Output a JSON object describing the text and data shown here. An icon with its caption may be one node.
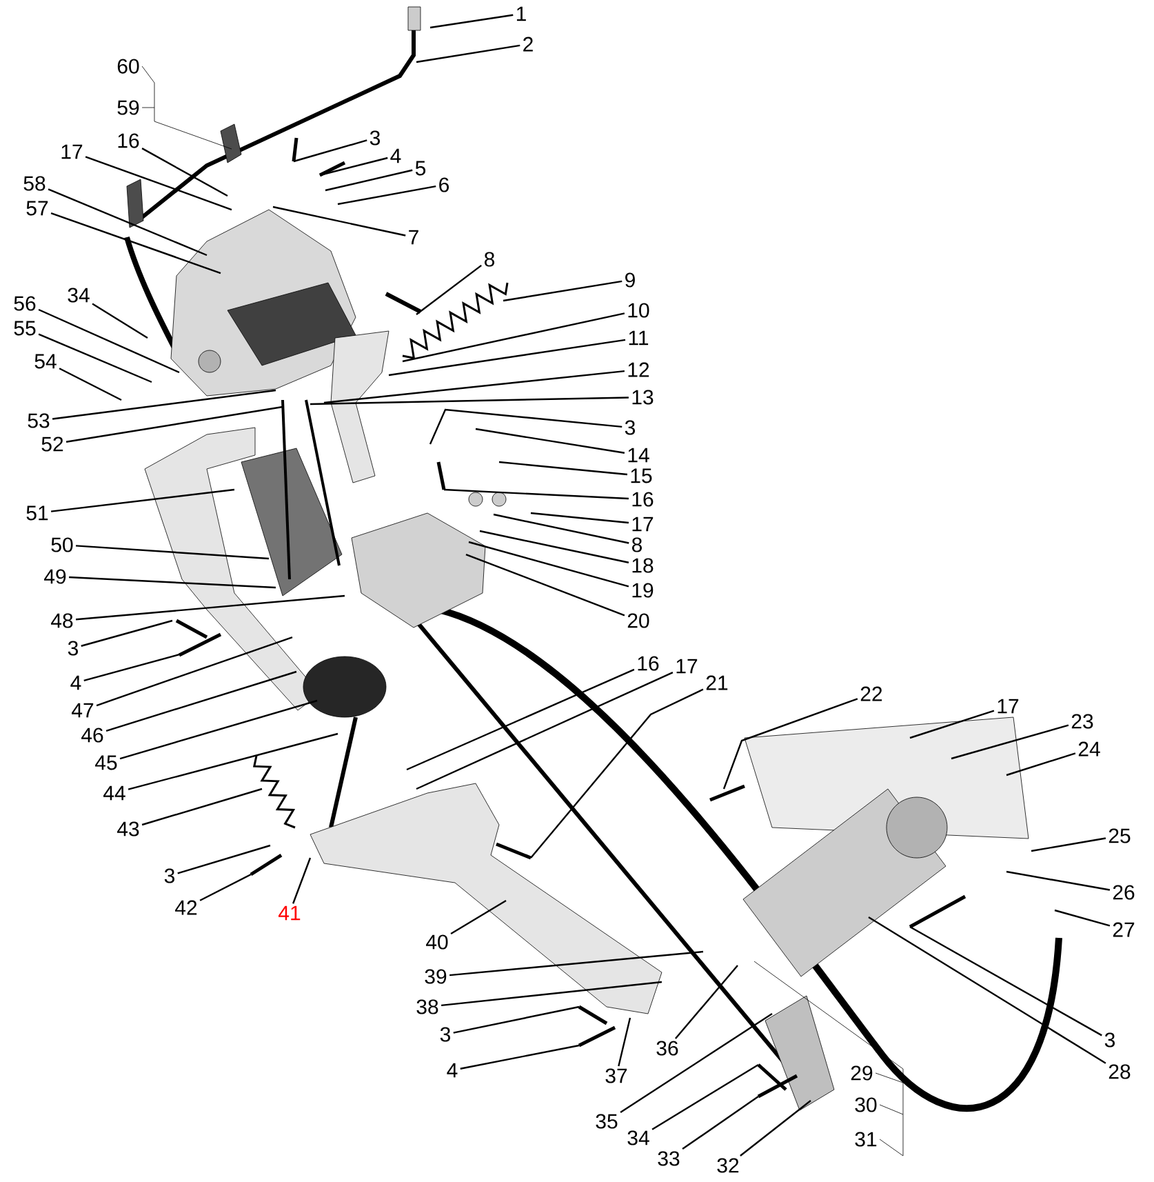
{
  "diagram": {
    "nodes": [
      {
        "text": [
          "1"
        ]
      },
      {
        "text": [
          "2"
        ]
      },
      {
        "text": [
          "60"
        ]
      },
      {
        "text": [
          "59"
        ]
      },
      {
        "text": [
          "3"
        ]
      },
      {
        "text": [
          "4"
        ]
      },
      {
        "text": [
          "5"
        ]
      },
      {
        "text": [
          "16"
        ]
      },
      {
        "text": [
          "17"
        ]
      },
      {
        "text": [
          "6"
        ]
      },
      {
        "text": [
          "58"
        ]
      },
      {
        "text": [
          "57"
        ]
      },
      {
        "text": [
          "7"
        ]
      },
      {
        "text": [
          "8"
        ]
      },
      {
        "text": [
          "9"
        ]
      },
      {
        "text": [
          "34"
        ]
      },
      {
        "text": [
          "56"
        ]
      },
      {
        "text": [
          "10"
        ]
      },
      {
        "text": [
          "55"
        ]
      },
      {
        "text": [
          "11"
        ]
      },
      {
        "text": [
          "54"
        ]
      },
      {
        "text": [
          "12"
        ]
      },
      {
        "text": [
          "13"
        ]
      },
      {
        "text": [
          "53"
        ]
      },
      {
        "text": [
          "3"
        ]
      },
      {
        "text": [
          "52"
        ]
      },
      {
        "text": [
          "14"
        ]
      },
      {
        "text": [
          "15"
        ]
      },
      {
        "text": [
          "16"
        ]
      },
      {
        "text": [
          "51"
        ]
      },
      {
        "text": [
          "17"
        ]
      },
      {
        "text": [
          "8"
        ]
      },
      {
        "text": [
          "50"
        ]
      },
      {
        "text": [
          "18"
        ]
      },
      {
        "text": [
          "49"
        ]
      },
      {
        "text": [
          "19"
        ]
      },
      {
        "text": [
          "48"
        ]
      },
      {
        "text": [
          "20"
        ]
      },
      {
        "text": [
          "3"
        ]
      },
      {
        "text": [
          "16"
        ]
      },
      {
        "text": [
          "17"
        ]
      },
      {
        "text": [
          "21"
        ]
      },
      {
        "text": [
          "4"
        ]
      },
      {
        "text": [
          "22"
        ]
      },
      {
        "text": [
          "17"
        ]
      },
      {
        "text": [
          "47"
        ]
      },
      {
        "text": [
          "23"
        ]
      },
      {
        "text": [
          "46"
        ]
      },
      {
        "text": [
          "24"
        ]
      },
      {
        "text": [
          "45"
        ]
      },
      {
        "text": [
          "44"
        ]
      },
      {
        "text": [
          "43"
        ]
      },
      {
        "text": [
          "25"
        ]
      },
      {
        "text": [
          "3"
        ]
      },
      {
        "text": [
          "26"
        ]
      },
      {
        "text": [
          "42"
        ]
      },
      {
        "text": [
          "41"
        ]
      },
      {
        "text": [
          "27"
        ]
      },
      {
        "text": [
          "40"
        ]
      },
      {
        "text": [
          "39"
        ]
      },
      {
        "text": [
          "38"
        ]
      },
      {
        "text": [
          "3"
        ]
      },
      {
        "text": [
          "3"
        ]
      },
      {
        "text": [
          "4"
        ]
      },
      {
        "text": [
          "28"
        ]
      },
      {
        "text": [
          "29"
        ]
      },
      {
        "text": [
          "30"
        ]
      },
      {
        "text": [
          "31"
        ]
      },
      {
        "text": [
          "37"
        ]
      },
      {
        "text": [
          "36"
        ]
      },
      {
        "text": [
          "35"
        ]
      },
      {
        "text": [
          "34"
        ]
      },
      {
        "text": [
          "33"
        ]
      },
      {
        "text": [
          "32"
        ]
      }
    ],
    "edges": [
      {
        "from": 0,
        "to": null,
        "arrow": "none"
      },
      {
        "from": 1,
        "to": null,
        "arrow": "none"
      },
      {
        "from": 2,
        "to": null,
        "arrow": "none"
      },
      {
        "from": 3,
        "to": null,
        "arrow": "none"
      },
      {
        "from": 4,
        "to": null,
        "arrow": "none"
      },
      {
        "from": 5,
        "to": null,
        "arrow": "none"
      },
      {
        "from": 6,
        "to": null,
        "arrow": "none"
      },
      {
        "from": 7,
        "to": null,
        "arrow": "none"
      },
      {
        "from": 8,
        "to": null,
        "arrow": "none"
      },
      {
        "from": 9,
        "to": null,
        "arrow": "none"
      },
      {
        "from": 10,
        "to": null,
        "arrow": "none"
      },
      {
        "from": 11,
        "to": null,
        "arrow": "none"
      },
      {
        "from": 12,
        "to": null,
        "arrow": "none"
      },
      {
        "from": 13,
        "to": null,
        "arrow": "none"
      },
      {
        "from": 14,
        "to": null,
        "arrow": "none"
      },
      {
        "from": 15,
        "to": null,
        "arrow": "none"
      },
      {
        "from": 16,
        "to": null,
        "arrow": "none"
      },
      {
        "from": 17,
        "to": null,
        "arrow": "none"
      },
      {
        "from": 18,
        "to": null,
        "arrow": "none"
      },
      {
        "from": 19,
        "to": null,
        "arrow": "none"
      },
      {
        "from": 20,
        "to": null,
        "arrow": "none"
      },
      {
        "from": 21,
        "to": null,
        "arrow": "none"
      },
      {
        "from": 22,
        "to": null,
        "arrow": "none"
      },
      {
        "from": 23,
        "to": null,
        "arrow": "none"
      },
      {
        "from": 24,
        "to": null,
        "arrow": "none"
      },
      {
        "from": 25,
        "to": null,
        "arrow": "none"
      },
      {
        "from": 26,
        "to": null,
        "arrow": "none"
      },
      {
        "from": 27,
        "to": null,
        "arrow": "none"
      },
      {
        "from": 28,
        "to": null,
        "arrow": "none"
      },
      {
        "from": 29,
        "to": null,
        "arrow": "none"
      },
      {
        "from": 30,
        "to": null,
        "arrow": "none"
      },
      {
        "from": 31,
        "to": null,
        "arrow": "none"
      },
      {
        "from": 32,
        "to": null,
        "arrow": "none"
      },
      {
        "from": 33,
        "to": null,
        "arrow": "none"
      },
      {
        "from": 34,
        "to": null,
        "arrow": "none"
      },
      {
        "from": 35,
        "to": null,
        "arrow": "none"
      },
      {
        "from": 36,
        "to": null,
        "arrow": "none"
      },
      {
        "from": 37,
        "to": null,
        "arrow": "none"
      },
      {
        "from": 38,
        "to": null,
        "arrow": "none"
      },
      {
        "from": 39,
        "to": null,
        "arrow": "none"
      },
      {
        "from": 40,
        "to": null,
        "arrow": "none"
      },
      {
        "from": 41,
        "to": null,
        "arrow": "none"
      },
      {
        "from": 42,
        "to": null,
        "arrow": "none"
      },
      {
        "from": 43,
        "to": null,
        "arrow": "none"
      },
      {
        "from": 44,
        "to": null,
        "arrow": "none"
      },
      {
        "from": 45,
        "to": null,
        "arrow": "none"
      },
      {
        "from": 46,
        "to": null,
        "arrow": "none"
      },
      {
        "from": 47,
        "to": null,
        "arrow": "none"
      },
      {
        "from": 48,
        "to": null,
        "arrow": "none"
      },
      {
        "from": 49,
        "to": null,
        "arrow": "none"
      },
      {
        "from": 50,
        "to": null,
        "arrow": "none"
      },
      {
        "from": 51,
        "to": null,
        "arrow": "none"
      },
      {
        "from": 52,
        "to": null,
        "arrow": "none"
      },
      {
        "from": 53,
        "to": null,
        "arrow": "none"
      },
      {
        "from": 54,
        "to": null,
        "arrow": "none"
      },
      {
        "from": 55,
        "to": null,
        "arrow": "none"
      },
      {
        "from": 56,
        "to": null,
        "arrow": "none"
      },
      {
        "from": 57,
        "to": null,
        "arrow": "none"
      },
      {
        "from": 58,
        "to": null,
        "arrow": "none"
      },
      {
        "from": 59,
        "to": null,
        "arrow": "none"
      },
      {
        "from": 60,
        "to": null,
        "arrow": "none"
      },
      {
        "from": 61,
        "to": null,
        "arrow": "none"
      },
      {
        "from": 62,
        "to": null,
        "arrow": "none"
      },
      {
        "from": 63,
        "to": null,
        "arrow": "none"
      },
      {
        "from": 64,
        "to": null,
        "arrow": "none"
      },
      {
        "from": 65,
        "to": null,
        "arrow": "none"
      },
      {
        "from": 66,
        "to": null,
        "arrow": "none"
      },
      {
        "from": 67,
        "to": null,
        "arrow": "none"
      },
      {
        "from": 68,
        "to": null,
        "arrow": "none"
      },
      {
        "from": 69,
        "to": null,
        "arrow": "none"
      },
      {
        "from": 70,
        "to": null,
        "arrow": "none"
      },
      {
        "from": 71,
        "to": null,
        "arrow": "none"
      },
      {
        "from": 72,
        "to": null,
        "arrow": "none"
      },
      {
        "from": 73,
        "to": null,
        "arrow": "none"
      }
    ]
  }
}
